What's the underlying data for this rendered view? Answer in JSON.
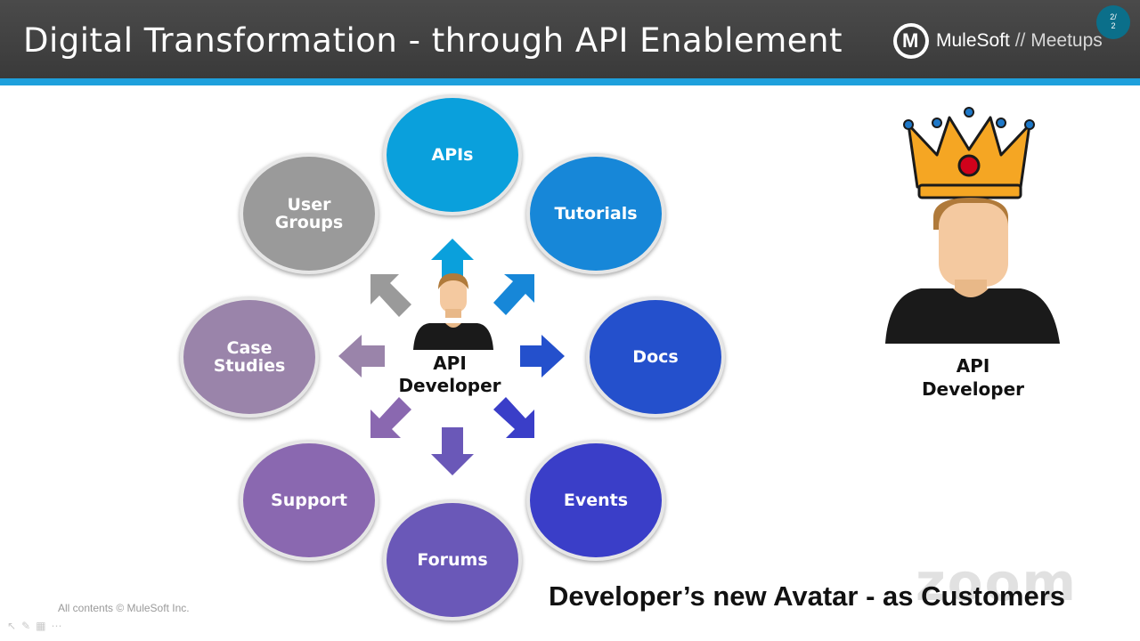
{
  "slide": {
    "title": "Digital Transformation - through API Enablement",
    "logo": {
      "brand": "MuleSoft",
      "separator": "//",
      "suffix": "Meetups",
      "mark": "M"
    },
    "page_indicator": {
      "current": "2/",
      "total": "2"
    }
  },
  "diagram": {
    "center_label_line1": "API",
    "center_label_line2": "Developer",
    "nodes": [
      {
        "id": "apis",
        "label": "APIs",
        "color": "#0aa0dc"
      },
      {
        "id": "tutorials",
        "label": "Tutorials",
        "color": "#1787d8"
      },
      {
        "id": "docs",
        "label": "Docs",
        "color": "#2450cc"
      },
      {
        "id": "events",
        "label": "Events",
        "color": "#3a3ec8"
      },
      {
        "id": "forums",
        "label": "Forums",
        "color": "#6a58b8"
      },
      {
        "id": "support",
        "label": "Support",
        "color": "#8a68b0"
      },
      {
        "id": "case-studies",
        "label_line1": "Case",
        "label_line2": "Studies",
        "color": "#9a84aa"
      },
      {
        "id": "user-groups",
        "label_line1": "User",
        "label_line2": "Groups",
        "color": "#9a9a9a"
      }
    ]
  },
  "developer_panel": {
    "label_line1": "API",
    "label_line2": "Developer"
  },
  "subtitle": "Developer’s new Avatar - as Customers",
  "footer": {
    "copyright": "All contents © MuleSoft Inc."
  },
  "watermark": "zoom",
  "icons": [
    "mulesoft-logo-icon",
    "crown-icon",
    "developer-avatar-icon",
    "arrow-icon"
  ]
}
